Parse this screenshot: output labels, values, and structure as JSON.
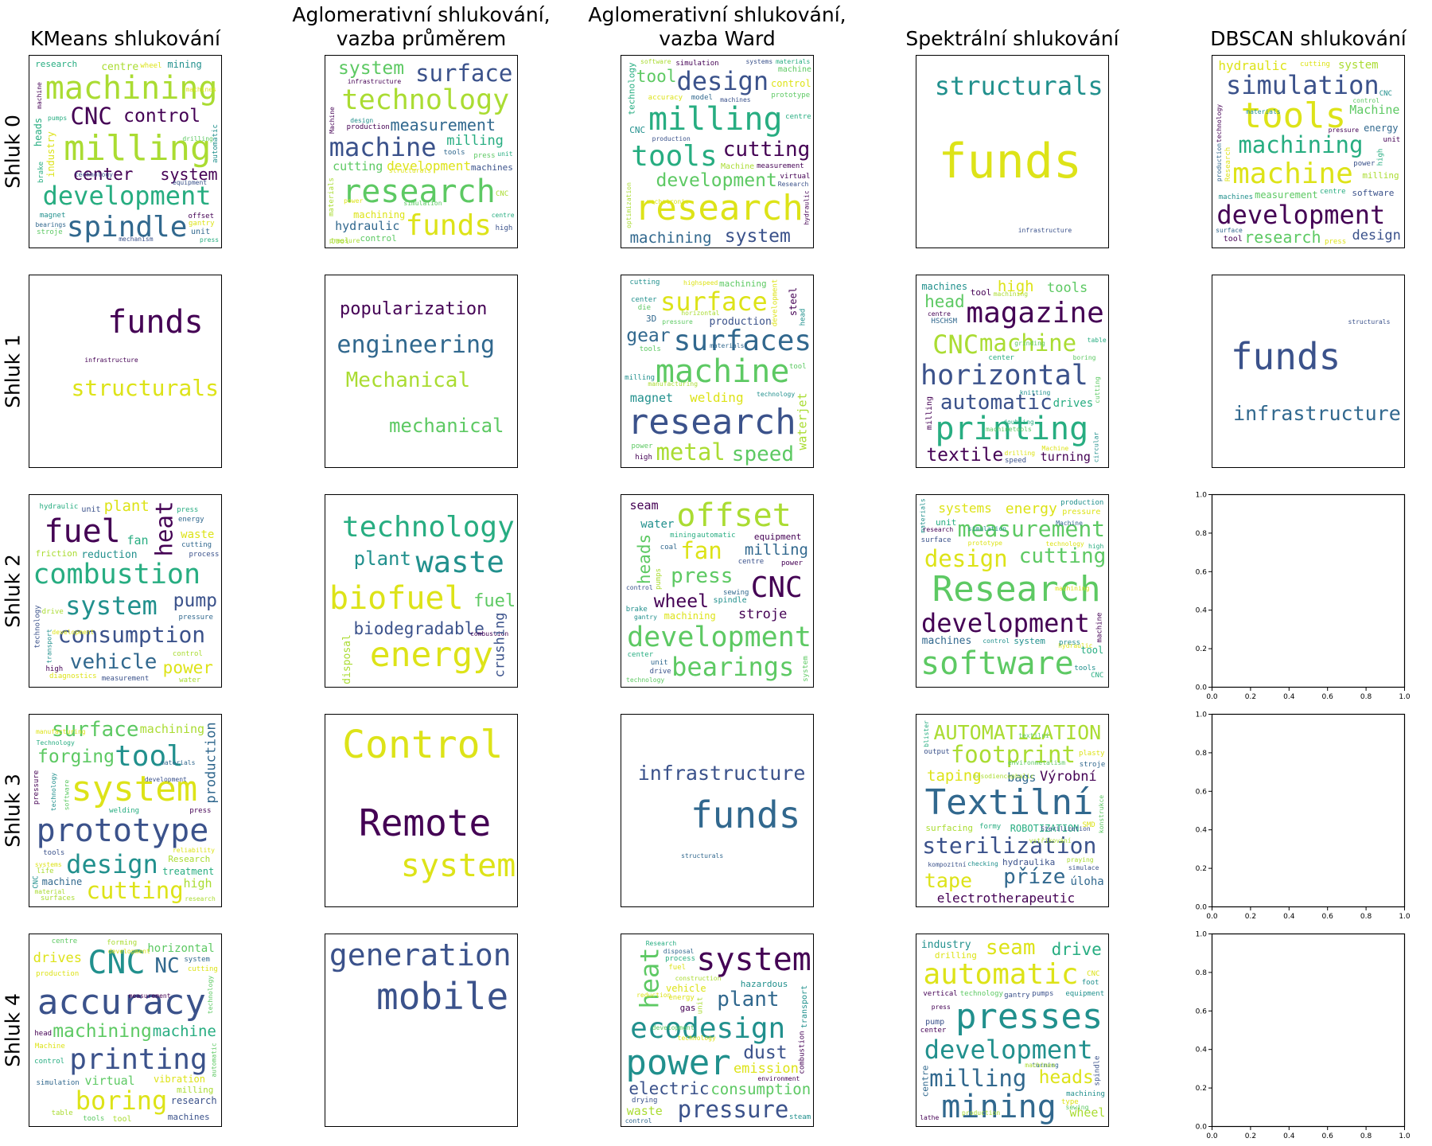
{
  "chart_data": {
    "type": "wordcloud-grid",
    "columns": [
      {
        "title_lines": [
          "KMeans shlukování"
        ]
      },
      {
        "title_lines": [
          "Aglomerativní shlukování,",
          "vazba průměrem"
        ]
      },
      {
        "title_lines": [
          "Aglomerativní shlukování,",
          "vazba Ward"
        ]
      },
      {
        "title_lines": [
          "Spektrální shlukování"
        ]
      },
      {
        "title_lines": [
          "DBSCAN shlukování"
        ]
      }
    ],
    "rows": [
      "Shluk 0",
      "Shluk 1",
      "Shluk 2",
      "Shluk 3",
      "Shluk 4"
    ],
    "palette": [
      "#440154",
      "#3b528b",
      "#21908d",
      "#27ad81",
      "#5dc963",
      "#aadc32",
      "#dde318",
      "#31688e"
    ],
    "empty_axes": {
      "xlim": [
        0,
        1
      ],
      "ylim": [
        0,
        1
      ],
      "xticks": [
        "0.0",
        "0.2",
        "0.4",
        "0.6",
        "0.8",
        "1.0"
      ],
      "yticks": [
        "0.0",
        "0.2",
        "0.4",
        "0.6",
        "0.8",
        "1.0"
      ]
    },
    "clouds": [
      [
        [
          "milling",
          "machining",
          "spindle",
          "development",
          "CNC",
          "system",
          "control",
          "center",
          "industry",
          "centre",
          "heads",
          "research",
          "mining",
          "machine",
          "unit",
          "stroje",
          "magnet",
          "automatic",
          "gantry",
          "offset",
          "press",
          "equipment",
          "bearings",
          "drilling",
          "technology",
          "pumps",
          "wheel",
          "brake",
          "machines",
          "mechanism"
        ],
        [
          "technology",
          "research",
          "funds",
          "machine",
          "surface",
          "measurement",
          "system",
          "development",
          "hydraulic",
          "milling",
          "cutting",
          "machines",
          "machining",
          "control",
          "tool",
          "press",
          "production",
          "design",
          "tools",
          "materials",
          "high",
          "Machine",
          "infrastructure",
          "structurals",
          "pressure",
          "centre",
          "CNC",
          "power",
          "simulation",
          "unit"
        ],
        [
          "research",
          "milling",
          "tools",
          "design",
          "development",
          "cutting",
          "system",
          "tool",
          "machining",
          "machine",
          "control",
          "technology",
          "measurement",
          "CNC",
          "Machine",
          "simulation",
          "hydraulic",
          "accuracy",
          "production",
          "machines",
          "prototype",
          "systems",
          "mechatronic",
          "virtual",
          "model",
          "centre",
          "software",
          "materials",
          "optimization",
          "Research"
        ],
        [
          "funds",
          "infrastructure",
          "structurals"
        ],
        [
          "tools",
          "development",
          "machine",
          "simulation",
          "machining",
          "research",
          "system",
          "hydraulic",
          "Machine",
          "design",
          "measurement",
          "milling",
          "energy",
          "software",
          "tool",
          "machines",
          "high",
          "cutting",
          "unit",
          "CNC",
          "centre",
          "Research",
          "press",
          "power",
          "control",
          "materials",
          "surface",
          "technology",
          "production",
          "pressure"
        ]
      ],
      [
        [
          "infrastructure",
          "structurals",
          "funds"
        ],
        [
          "popularization",
          "Mechanical",
          "mechanical",
          "engineering"
        ],
        [
          "research",
          "machine",
          "surfaces",
          "surface",
          "metal",
          "speed",
          "gear",
          "welding",
          "waterjet",
          "production",
          "magnet",
          "machining",
          "steel",
          "3D",
          "technology",
          "high",
          "highspeed",
          "pressure",
          "tool",
          "development",
          "tools",
          "center",
          "power",
          "head",
          "manufacturing",
          "cutting",
          "milling",
          "horizontal",
          "materials",
          "die"
        ],
        [
          "horizontal",
          "printing",
          "magazine",
          "CNC",
          "machine",
          "automatic",
          "textile",
          "head",
          "high",
          "tools",
          "turning",
          "drives",
          "machines",
          "tool",
          "milling",
          "HSCHSM",
          "drilling",
          "knitting",
          "grinding",
          "speed",
          "center",
          "cutting",
          "table",
          "boring",
          "machining",
          "Machine",
          "centre",
          "machinetools",
          "doubling",
          "circular"
        ],
        [
          "structurals",
          "funds",
          "infrastructure"
        ]
      ],
      [
        [
          "combustion",
          "fuel",
          "consumption",
          "system",
          "heat",
          "vehicle",
          "pump",
          "power",
          "plant",
          "reduction",
          "fan",
          "waste",
          "hydraulic",
          "friction",
          "unit",
          "pressure",
          "measurement",
          "control",
          "diagnostics",
          "press",
          "technology",
          "water",
          "energy",
          "high",
          "process",
          "development",
          "transport",
          "cutting",
          "drive"
        ],
        [
          "technology",
          "energy",
          "biofuel",
          "waste",
          "biodegradable",
          "plant",
          "fuel",
          "combustion",
          "crushing",
          "disposal"
        ],
        [
          "development",
          "offset",
          "CNC",
          "bearings",
          "fan",
          "press",
          "wheel",
          "heads",
          "milling",
          "stroje",
          "seam",
          "water",
          "machining",
          "equipment",
          "spindle",
          "coal",
          "unit",
          "centre",
          "power",
          "automatic",
          "brake",
          "technology",
          "mining",
          "sewing",
          "system",
          "gantry",
          "control",
          "drive",
          "pumps",
          "center"
        ],
        [
          "Research",
          "software",
          "measurement",
          "development",
          "design",
          "cutting",
          "energy",
          "systems",
          "hydraulic",
          "machines",
          "machine",
          "system",
          "tool",
          "unit",
          "pressure",
          "tools",
          "control",
          "surface",
          "production",
          "press",
          "simulation",
          "CNC",
          "machining",
          "materials",
          "Machine",
          "technology",
          "research",
          "high",
          "prototype"
        ],
        []
      ],
      [
        [
          "system",
          "prototype",
          "tool",
          "design",
          "cutting",
          "surface",
          "forging",
          "treatment",
          "machining",
          "production",
          "high",
          "Research",
          "machine",
          "technology",
          "research",
          "life",
          "pressure",
          "CNC",
          "reliability",
          "surfaces",
          "welding",
          "press",
          "materials",
          "tools",
          "development",
          "software",
          "systems",
          "material",
          "manufacturing",
          "Technology"
        ],
        [
          "Control",
          "Remote",
          "system"
        ],
        [
          "structurals",
          "funds",
          "infrastructure"
        ],
        [
          "Textilní",
          "AUTOMATIZATION",
          "sterilization",
          "tape",
          "footprint",
          "přízе",
          "úloha",
          "electrotherapeutic",
          "taping",
          "Výrobní",
          "bags",
          "hydraulika",
          "ROBOTIZATION",
          "surfacing",
          "kompozitní",
          "konstrukce",
          "vstřikování",
          "simulace",
          "checking",
          "Sterilizetion",
          "stroje",
          "SMD",
          "environmetalism",
          "output",
          "plasty",
          "blister",
          "textilní",
          "formy",
          "praying",
          "mesodiencephalic"
        ],
        []
      ],
      [
        [
          "accuracy",
          "CNC",
          "printing",
          "boring",
          "machining",
          "NC",
          "horizontal",
          "vibration",
          "machine",
          "drives",
          "virtual",
          "machines",
          "research",
          "milling",
          "tool",
          "table",
          "production",
          "centre",
          "forming",
          "cutting",
          "simulation",
          "tools",
          "development",
          "Machine",
          "technology",
          "automatic",
          "system",
          "control",
          "head",
          "measurement"
        ],
        [
          "generation",
          "mobile"
        ],
        [
          "power",
          "system",
          "ecodesign",
          "heat",
          "pressure",
          "plant",
          "dust",
          "electric",
          "consumption",
          "emission",
          "waste",
          "hazardous",
          "vehicle",
          "gas",
          "transport",
          "Research",
          "energy",
          "combustion",
          "unit",
          "reduction",
          "process",
          "environment",
          "technology",
          "construction",
          "development",
          "fuel",
          "disposal",
          "drying",
          "steam",
          "control"
        ],
        [
          "presses",
          "mining",
          "automatic",
          "development",
          "milling",
          "seam",
          "heads",
          "drive",
          "wheel",
          "industry",
          "vertical",
          "drilling",
          "machining",
          "centre",
          "pump",
          "type",
          "pumps",
          "equipment",
          "technology",
          "foot",
          "CNC",
          "turning",
          "production",
          "center",
          "gantry",
          "press",
          "sewing",
          "spindle",
          "machines",
          "lathe"
        ],
        []
      ]
    ]
  }
}
